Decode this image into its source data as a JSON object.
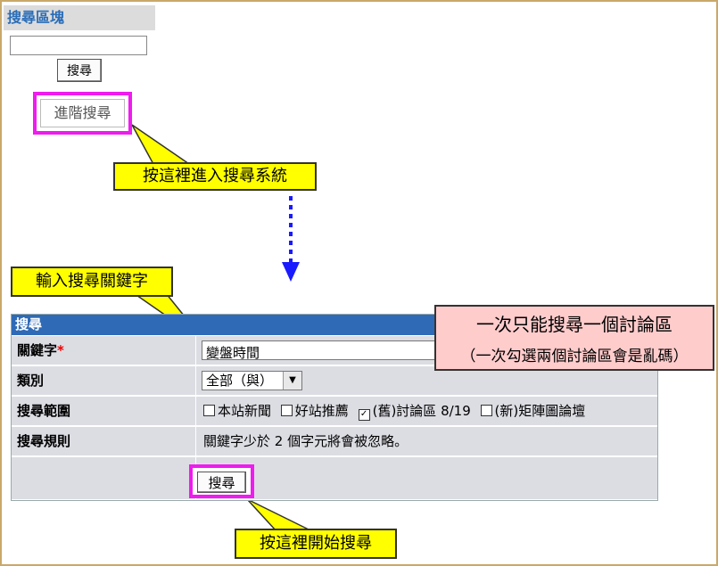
{
  "search_block": {
    "title": "搜尋區塊",
    "input_value": "",
    "button_label": "搜尋",
    "advanced_label": "進階搜尋"
  },
  "callouts": {
    "enter_search": "按這裡進入搜尋系統",
    "input_keyword": "輸入搜尋關鍵字",
    "one_forum_line1": "一次只能搜尋一個討論區",
    "one_forum_line2": "（一次勾選兩個討論區會是亂碼）",
    "start_search": "按這裡開始搜尋"
  },
  "form": {
    "header": "搜尋",
    "keyword_label": "關鍵字",
    "keyword_required": "*",
    "keyword_value": "變盤時間",
    "category_label": "類別",
    "category_selected": "全部（與）",
    "scope_label": "搜尋範圍",
    "scopes": [
      {
        "label": "本站新聞",
        "checked": false
      },
      {
        "label": "好站推薦",
        "checked": false
      },
      {
        "label": "(舊)討論區 8/19",
        "checked": true
      },
      {
        "label": "(新)矩陣圖論壇",
        "checked": false
      }
    ],
    "rules_label": "搜尋規則",
    "rules_text": "關鍵字少於 2 個字元將會被忽略。",
    "submit_label": "搜尋"
  },
  "colors": {
    "highlight_border": "#ef1bef",
    "callout_yellow": "#ffff00",
    "callout_pink": "#ffcccc",
    "header_blue": "#2f6ab6",
    "arrow_blue": "#1a1aff"
  }
}
